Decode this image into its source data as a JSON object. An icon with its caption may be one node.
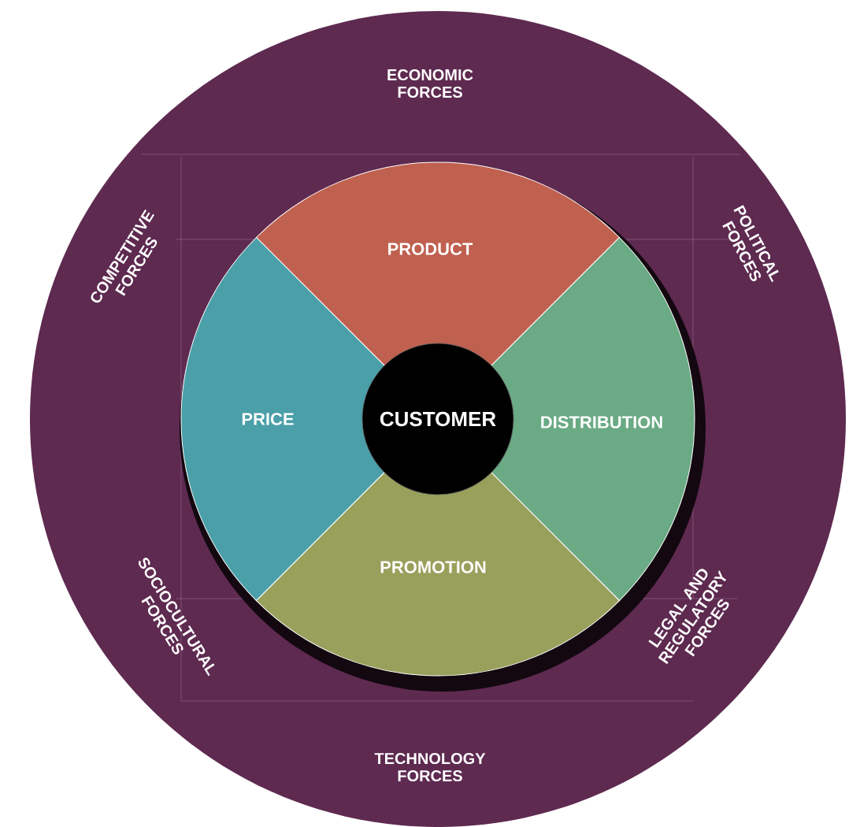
{
  "diagram": {
    "nodes": [
      {
        "text": [
          "ECONOMIC FORCES",
          "POLITICAL FORCES",
          "COMPETITIVE FORCES",
          "SOCIOCULTURAL FORCES",
          "LEGAL AND REGULATORY FORCES",
          "TECHNOLOGY FORCES"
        ]
      },
      {
        "text": [
          "PRODUCT"
        ],
        "in": 0
      },
      {
        "text": [
          "PRICE"
        ],
        "in": 0
      },
      {
        "text": [
          "CUSTOMER"
        ],
        "in": 0
      },
      {
        "text": [
          "DISTRIBUTION"
        ],
        "in": 0
      },
      {
        "text": [
          "PROMOTION"
        ],
        "in": 0
      }
    ],
    "edges": []
  }
}
